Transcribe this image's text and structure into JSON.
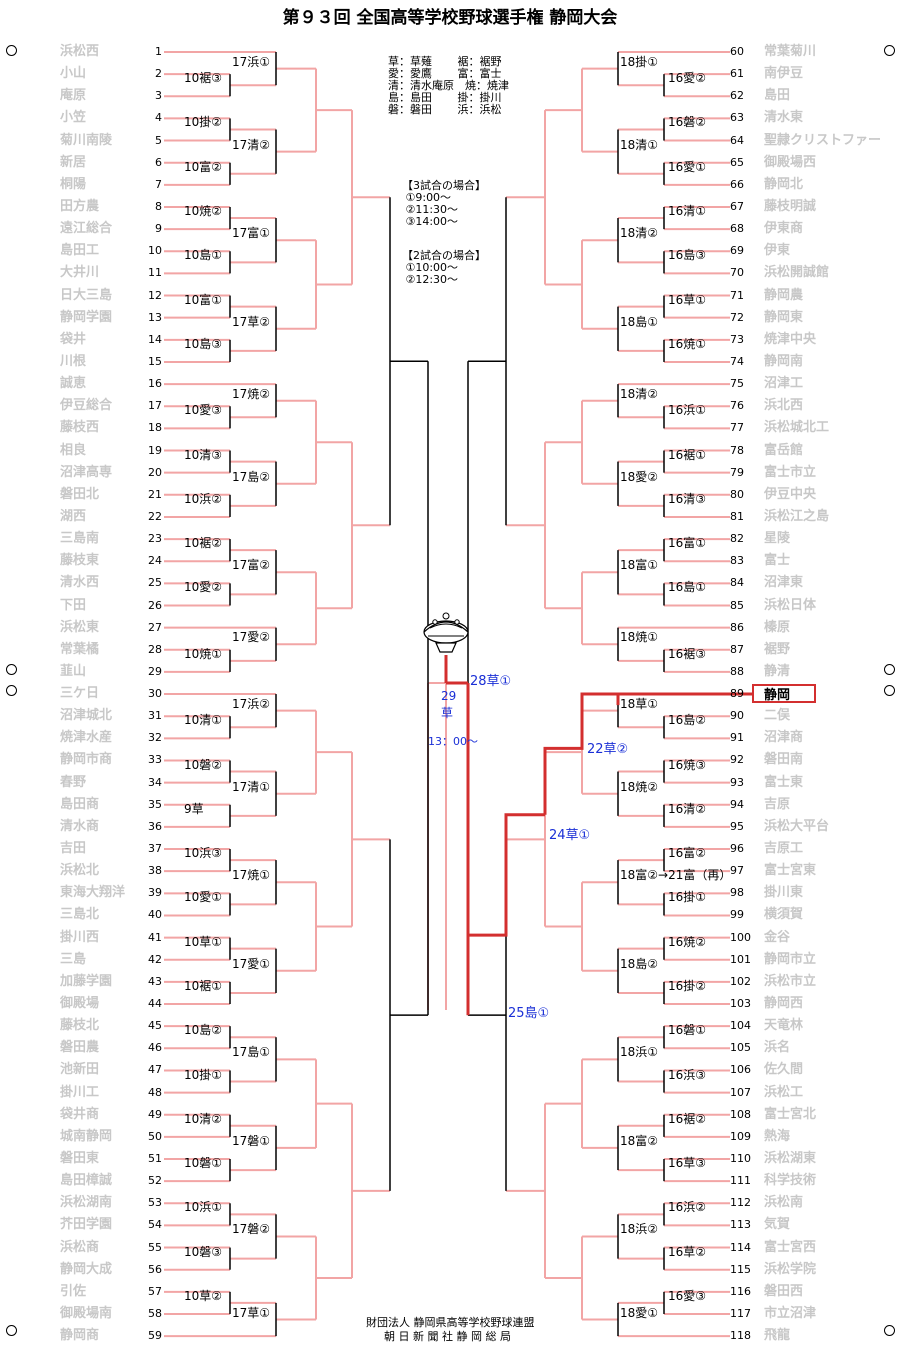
{
  "title": "第９３回 全国高等学校野球選手権 静岡大会",
  "legend": {
    "abbrev": "草：草薙　　 裾：裾野\n愛：愛鷹　　 富：富士\n清：清水庵原　焼：焼津\n島：島田　　 掛：掛川\n磐：磐田　　 浜：浜松",
    "three_games": "【3試合の場合】\n ①9:00～\n ②11:30～\n ③14:00～",
    "two_games": "【2試合の場合】\n ①10:00～\n ②12:30～"
  },
  "left_teams": [
    "浜松西",
    "小山",
    "庵原",
    "小笠",
    "菊川南陵",
    "新居",
    "桐陽",
    "田方農",
    "遠江総合",
    "島田工",
    "大井川",
    "日大三島",
    "静岡学園",
    "袋井",
    "川根",
    "誠恵",
    "伊豆総合",
    "藤枝西",
    "相良",
    "沼津高専",
    "磐田北",
    "湖西",
    "三島南",
    "藤枝東",
    "清水西",
    "下田",
    "浜松東",
    "常葉橘",
    "韮山",
    "三ケ日",
    "沼津城北",
    "焼津水産",
    "静岡市商",
    "春野",
    "島田商",
    "清水商",
    "吉田",
    "浜松北",
    "東海大翔洋",
    "三島北",
    "掛川西",
    "三島",
    "加藤学園",
    "御殿場",
    "藤枝北",
    "磐田農",
    "池新田",
    "掛川工",
    "袋井商",
    "城南静岡",
    "磐田東",
    "島田樟誠",
    "浜松湖南",
    "芥田学園",
    "浜松商",
    "静岡大成",
    "引佐",
    "御殿場南",
    "静岡商"
  ],
  "right_teams": [
    "常葉菊川",
    "南伊豆",
    "島田",
    "清水東",
    "聖隷クリストファー",
    "御殿場西",
    "静岡北",
    "藤枝明誠",
    "伊東商",
    "伊東",
    "浜松開誠館",
    "静岡農",
    "静岡東",
    "焼津中央",
    "静岡南",
    "沼津工",
    "浜北西",
    "浜松城北工",
    "富岳館",
    "富士市立",
    "伊豆中央",
    "浜松江之島",
    "星陵",
    "富士",
    "沼津東",
    "浜松日体",
    "榛原",
    "裾野",
    "静清",
    "静岡",
    "二俣",
    "沼津商",
    "磐田南",
    "富士東",
    "吉原",
    "浜松大平台",
    "吉原工",
    "富士宮東",
    "掛川東",
    "横須賀",
    "金谷",
    "静岡市立",
    "浜松市立",
    "静岡西",
    "天竜林",
    "浜名",
    "佐久間",
    "浜松工",
    "富士宮北",
    "熱海",
    "浜松湖東",
    "科学技術",
    "浜松南",
    "気賀",
    "富士宮西",
    "浜松学院",
    "磐田西",
    "市立沼津",
    "飛龍"
  ],
  "left_nums": [
    "1",
    "2",
    "3",
    "4",
    "5",
    "6",
    "7",
    "8",
    "9",
    "10",
    "11",
    "12",
    "13",
    "14",
    "15",
    "16",
    "17",
    "18",
    "19",
    "20",
    "21",
    "22",
    "23",
    "24",
    "25",
    "26",
    "27",
    "28",
    "29",
    "30",
    "31",
    "32",
    "33",
    "34",
    "35",
    "36",
    "37",
    "38",
    "39",
    "40",
    "41",
    "42",
    "43",
    "44",
    "45",
    "46",
    "47",
    "48",
    "49",
    "50",
    "51",
    "52",
    "53",
    "54",
    "55",
    "56",
    "57",
    "58",
    "59"
  ],
  "right_nums": [
    "60",
    "61",
    "62",
    "63",
    "64",
    "65",
    "66",
    "67",
    "68",
    "69",
    "70",
    "71",
    "72",
    "73",
    "74",
    "75",
    "76",
    "77",
    "78",
    "79",
    "80",
    "81",
    "82",
    "83",
    "84",
    "85",
    "86",
    "87",
    "88",
    "89",
    "90",
    "91",
    "92",
    "93",
    "94",
    "95",
    "96",
    "97",
    "98",
    "99",
    "100",
    "101",
    "102",
    "103",
    "104",
    "105",
    "106",
    "107",
    "108",
    "109",
    "110",
    "111",
    "112",
    "113",
    "114",
    "115",
    "116",
    "117",
    "118"
  ],
  "left_r1": [
    "10裾③",
    "10掛②",
    "10富②",
    "10焼②",
    "10島①",
    "10富①",
    "10島③",
    "10愛③",
    "10清③",
    "10浜②",
    "10裾②",
    "10愛②",
    "10焼①",
    "10清①",
    "10磐②",
    "9草",
    "10浜③",
    "10愛①",
    "10草①",
    "10裾①",
    "10島②",
    "10掛①",
    "10清②",
    "10磐①",
    "10浜①",
    "10磐③",
    "10草②"
  ],
  "left_r2": [
    "17浜①",
    "17清②",
    "17富①",
    "17草②",
    "17焼②",
    "17島②",
    "17富②",
    "17愛②",
    "17浜②",
    "17清①",
    "17焼①",
    "17愛①",
    "17島①",
    "17磐①",
    "17磐②",
    "17草①"
  ],
  "right_r1": [
    "16愛②",
    "16磐②",
    "16愛①",
    "16清①",
    "16島③",
    "16草①",
    "16焼①",
    "16浜①",
    "16裾①",
    "16清③",
    "16富①",
    "16島①",
    "16裾③",
    "16島②",
    "16焼③",
    "16清②",
    "16富②",
    "16掛①",
    "16焼②",
    "16掛②",
    "16磐①",
    "16浜③",
    "16裾②",
    "16草③",
    "16浜②",
    "16草②",
    "16愛③"
  ],
  "right_r2": [
    "18掛①",
    "18清①",
    "18清②",
    "18島①",
    "18清②",
    "18愛②",
    "18富①",
    "18焼①",
    "18草①",
    "18焼②",
    "18富②→21富（再）",
    "18島②",
    "18浜①",
    "18富②",
    "18浜②",
    "18愛①"
  ],
  "results": {
    "r22": "22草②",
    "r24": "24草①",
    "r25": "25島①",
    "r28": "28草①",
    "final_num": "29",
    "final_venue": "草",
    "final_time": "13：00～"
  },
  "champion": "静岡",
  "footer": {
    "line1": "財団法人 静岡県高等学校野球連盟",
    "line2": "朝 日 新 聞 社 静 岡 総 局"
  },
  "colors": {
    "line": "#f2a5a5",
    "win": "#d32f2f",
    "black": "#000000",
    "blue": "#1a2fd6",
    "team": "#c8c8c8"
  }
}
